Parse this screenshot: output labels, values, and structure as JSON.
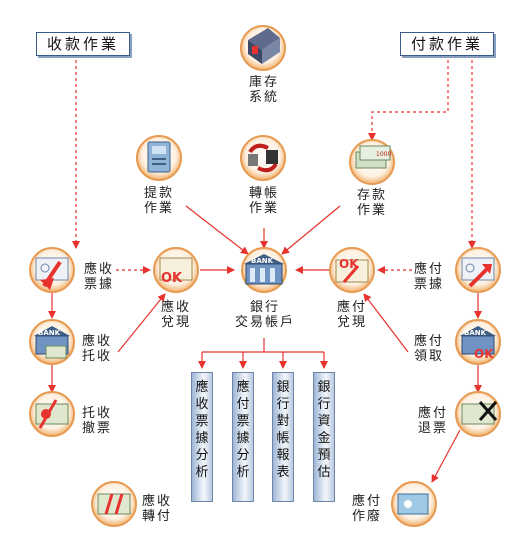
{
  "headers": {
    "receipts": "收款作業",
    "payments": "付款作業"
  },
  "nodes": {
    "inventory": "庫存\n系統",
    "withdraw": "提款\n作業",
    "transfer": "轉帳\n作業",
    "deposit": "存款\n作業",
    "ar_notes": "應收\n票據",
    "ar_cash": "應收\n兌現",
    "bank_account": "銀行\n交易帳戶",
    "ap_cash": "應付\n兌現",
    "ap_notes": "應付\n票據",
    "ar_collect": "應收\n托收",
    "ap_receive": "應付\n領取",
    "collect_cancel": "托收\n撤票",
    "ap_return": "應付\n退票",
    "ar_transfer": "應收\n轉付",
    "ap_void": "應付\n作廢"
  },
  "reports": [
    "應收票據分析",
    "應付票據分析",
    "銀行對帳報表",
    "銀行資金預估"
  ],
  "colors": {
    "arrow": "#e8322e",
    "dashed": "#e8322e",
    "circle_outer": "#f0a45a",
    "circle_inner": "#fdf3e6",
    "header_border": "#3a5a8a"
  }
}
